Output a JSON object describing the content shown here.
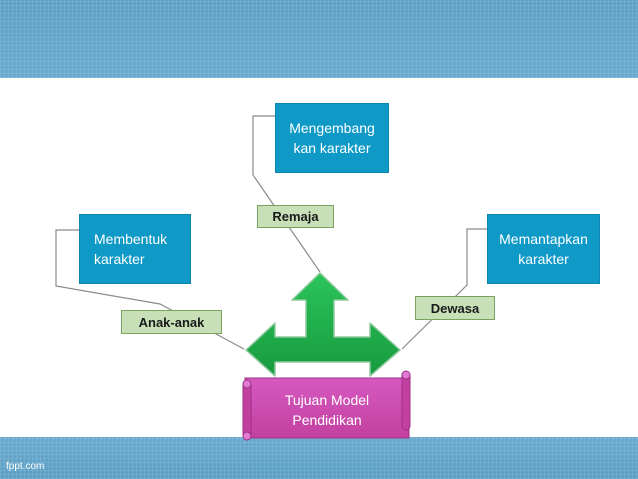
{
  "footer": {
    "text": "fppt.com"
  },
  "diagram": {
    "nodes": {
      "mengembangkan": "Mengembang\nkan karakter",
      "membentuk": "Membentuk\nkarakter",
      "memantapkan": "Memantapkan\nkarakter"
    },
    "labels": {
      "remaja": "Remaja",
      "anak": "Anak-anak",
      "dewasa": "Dewasa"
    },
    "center": "Tujuan Model\nPendidikan"
  },
  "colors": {
    "box_blue": "#0f99c7",
    "label_green": "#c7e0b8",
    "arrow_green": "#22b14c",
    "scroll_magenta": "#cf4cb8",
    "band_blue": "#5b9fc4"
  }
}
